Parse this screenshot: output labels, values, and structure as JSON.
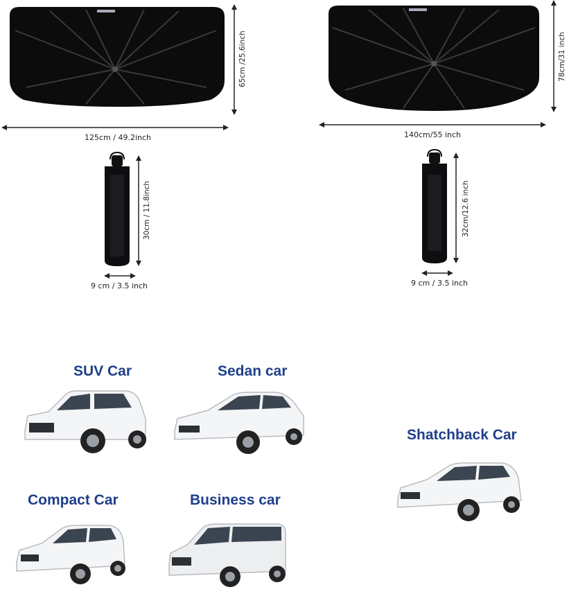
{
  "shades": [
    {
      "width_label": "125cm / 49.2inch",
      "height_label": "65cm /25.6inch",
      "folded_length_label": "30cm / 11.8inch",
      "folded_diameter_label": "9 cm / 3.5 inch"
    },
    {
      "width_label": "140cm/55 inch",
      "height_label": "78cm/31 inch",
      "folded_length_label": "32cm/12.6 inch",
      "folded_diameter_label": "9 cm / 3.5 inch"
    }
  ],
  "car_types": {
    "suv": "SUV Car",
    "sedan": "Sedan car",
    "hatchback": "Shatchback Car",
    "compact": "Compact Car",
    "business": "Business car"
  },
  "colors": {
    "shade": "#0c0c0d",
    "label": "#1f3f8a",
    "car_body": "#f4f5f6"
  }
}
